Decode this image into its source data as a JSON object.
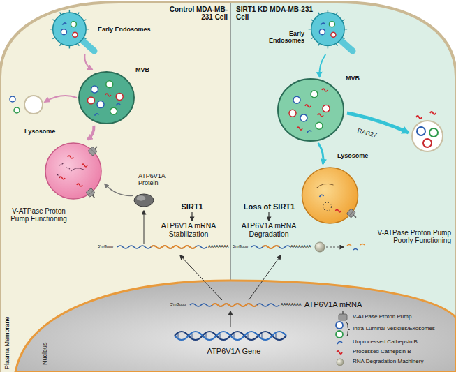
{
  "diagram": {
    "nodes": [
      {
        "text": [
          "Control MDA-MB-231 Cell"
        ]
      },
      {
        "text": [
          "SIRT1 KD MDA-MB-231 Cell"
        ]
      },
      {
        "text": [
          "Early Endosomes"
        ],
        "in": 0
      },
      {
        "text": [
          "MVB"
        ],
        "in": 0
      },
      {
        "text": [
          "Lysosome"
        ],
        "in": 0
      },
      {
        "text": [
          "ATP6V1A Protein"
        ],
        "in": 0
      },
      {
        "text": [
          "Early Endosomes"
        ],
        "in": 1
      },
      {
        "text": [
          "MVB"
        ],
        "in": 1
      },
      {
        "text": [
          "Lysosome"
        ],
        "in": 1
      }
    ],
    "edges": [
      {
        "from": 2,
        "to": 3,
        "arrow": "to"
      },
      {
        "from": 3,
        "to": 4,
        "arrow": "to"
      },
      {
        "from": 5,
        "to": 4,
        "arrow": "to"
      },
      {
        "from": 6,
        "to": 7,
        "arrow": "to"
      },
      {
        "from": 7,
        "to": 8,
        "arrow": "to"
      }
    ],
    "labels": [
      "V-ATPase Proton Pump Functioning",
      "SIRT1",
      "ATP6V1A mRNA Stabilization",
      "RAB27",
      "Loss of SIRT1",
      "ATP6V1A mRNA Degradation",
      "V-ATPase Proton Pump Poorly Functioning",
      "5'mGppp",
      "AAAAAAAA",
      "5'mGppp",
      "AAAAAAAA",
      "5'mGppp",
      "AAAAAAAA",
      "ATP6V1A mRNA",
      "ATP6V1A Gene",
      "Nucleus",
      "Plasma Membrane"
    ],
    "legend": [
      {
        "text": "V-ATPase Proton Pump"
      },
      {
        "text": "Intra-Luminal Vesicles/Exosomes"
      },
      {
        "text": "Unprocessed Cathepsin B"
      },
      {
        "text": "Processed Cathepsin B"
      },
      {
        "text": "RNA Degradation Machinery"
      }
    ]
  }
}
